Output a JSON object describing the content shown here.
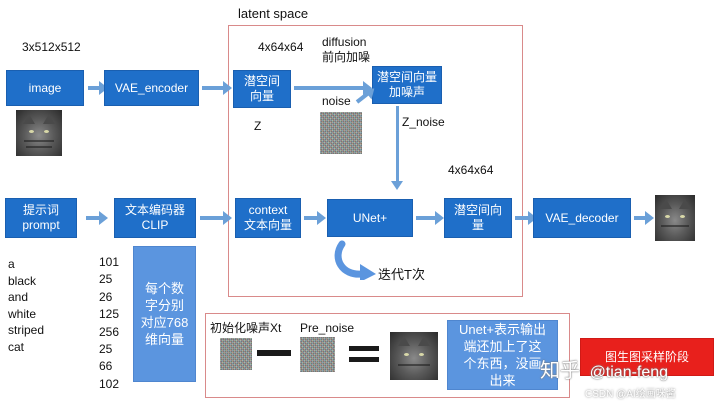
{
  "labels": {
    "latent_space": "latent space",
    "input_shape": "3x512x512",
    "latent_shape_1": "4x64x64",
    "diffusion": "diffusion",
    "forward_noise": "前向加噪",
    "noise": "noise",
    "z": "Z",
    "z_noise": "Z_noise",
    "latent_shape_2": "4x64x64",
    "iterate_t": "迭代T次",
    "init_noise": "初始化噪声Xt",
    "pre_noise": "Pre_noise"
  },
  "boxes": {
    "image": "image",
    "vae_encoder": "VAE_encoder",
    "latent_vector": "潜空间向量",
    "latent_noised": "潜空间向量加噪声",
    "prompt": "提示词\nprompt",
    "text_encoder": "文本编码器\nCLIP",
    "context": "context\n文本向量",
    "unet": "UNet+",
    "latent_vector_out": "潜空间向量",
    "vae_decoder": "VAE_decoder",
    "token_note": "每个数字分别对应768维向量",
    "unet_note": "Unet+表示输出端还加上了这个东西，没画出来",
    "red_label": "图生图采样阶段"
  },
  "prompt_words": [
    "a",
    "black",
    "and",
    "white",
    "striped",
    "cat"
  ],
  "token_ids": [
    "101",
    "25",
    "26",
    "125",
    "256",
    "25",
    "66",
    "102"
  ],
  "watermark": {
    "zhihu": "知乎",
    "handle": "@tian-feng",
    "csdn": "CSDN @AI绘画咪酱"
  },
  "colors": {
    "box_blue": "#1f6fc9",
    "light_blue": "#5b95df",
    "arrow": "#6ba0d8",
    "frame_red": "#d98a8a",
    "label_red": "#e8201c"
  }
}
